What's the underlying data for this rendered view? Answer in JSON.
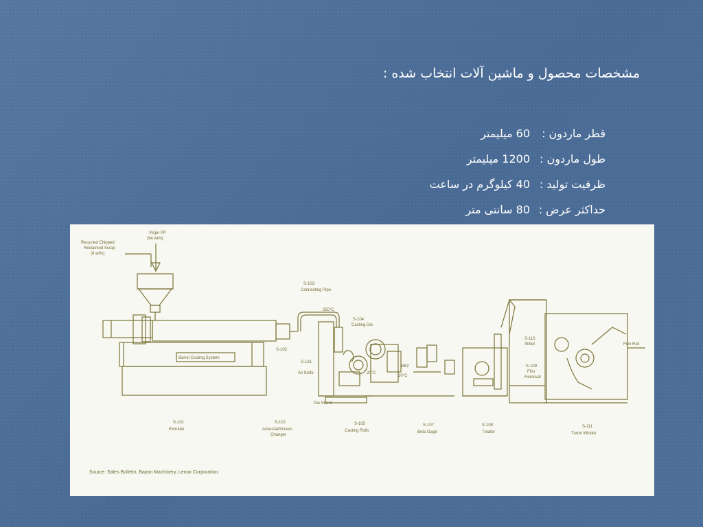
{
  "slide": {
    "title": "مشخصات محصول و ماشین آلات  انتخاب شده :",
    "specs": [
      {
        "label": "قطر ماردون :",
        "value": "60 میلیمتر"
      },
      {
        "label": "طول ماردون :",
        "value": "1200 میلیمتر"
      },
      {
        "label": "ظرفیت تولید :",
        "value": "40 کیلوگرم در ساعت"
      },
      {
        "label": "حداکثر عرض :",
        "value": "80 سانتی متر"
      }
    ]
  },
  "diagram": {
    "colors": {
      "background": "#f8f8f2",
      "line": "#7a7538"
    },
    "labels": {
      "virgin_pp": "Virgin PP",
      "virgin_pct": "(94 wt%)",
      "recycled_1": "Recycled Chipped",
      "recycled_2": "Reclaimed Scrap",
      "recycled_pct": "(6 wt%)",
      "connecting_pipe_id": "S-103",
      "connecting_pipe": "Connecting Pipe",
      "temp_die": "250°C",
      "casting_die_id": "S-104",
      "casting_die": "Casting Die",
      "barrel_cooling": "Barrel Cooling System",
      "s102": "S-102",
      "air_knife_id": "S-131",
      "air_knife": "Air Knife",
      "temp_roll1": "20°C",
      "temp_roll2": "20°C",
      "m62": "M62",
      "die_stand": "Die Stand",
      "slitter_id": "S-110",
      "slitter": "Slitter",
      "film_removal_id": "S-109",
      "film_removal_1": "Film",
      "film_removal_2": "Removal",
      "film_roll": "Film Roll",
      "extruder_id": "S-101",
      "extruder": "Extruder",
      "screen_changer_id": "S-102",
      "screen_changer_1": "Accustat/Screen",
      "screen_changer_2": "Changer",
      "casting_rolls_id": "S-105",
      "casting_rolls": "Casting Rolls",
      "beta_gage_id": "S-107",
      "beta_gage": "Beta Gage",
      "treater_id": "S-108",
      "treater": "Treater",
      "turret_winder_id": "S-111",
      "turret_winder": "Turret Winder",
      "source": "Source:   Sales Bulletin,  Bayan Machinery,   Lenox Corporation."
    }
  }
}
